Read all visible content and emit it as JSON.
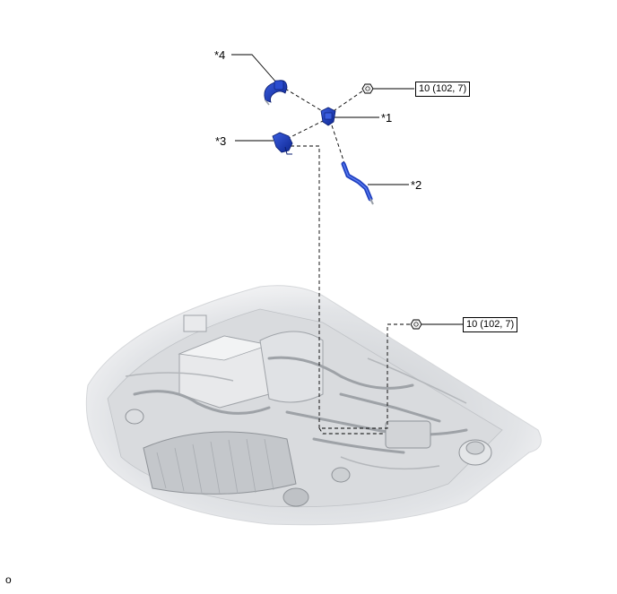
{
  "callouts": {
    "c1": "*1",
    "c2": "*2",
    "c3": "*3",
    "c4": "*4"
  },
  "torque_labels": {
    "upper": "10 (102, 7)",
    "lower": "10 (102, 7)"
  },
  "corner_label": "o",
  "colors": {
    "part_blue": "#1f3fbf",
    "part_blue_dark": "#0d2590",
    "line": "#000000",
    "engine_gray": "#cfd2d6"
  },
  "icons": {
    "bolt": "bolt-icon",
    "part1": "sensor-bracket-icon",
    "part2": "hose-icon",
    "part3": "connector-clamp-icon",
    "part4": "hose-clamp-icon"
  }
}
